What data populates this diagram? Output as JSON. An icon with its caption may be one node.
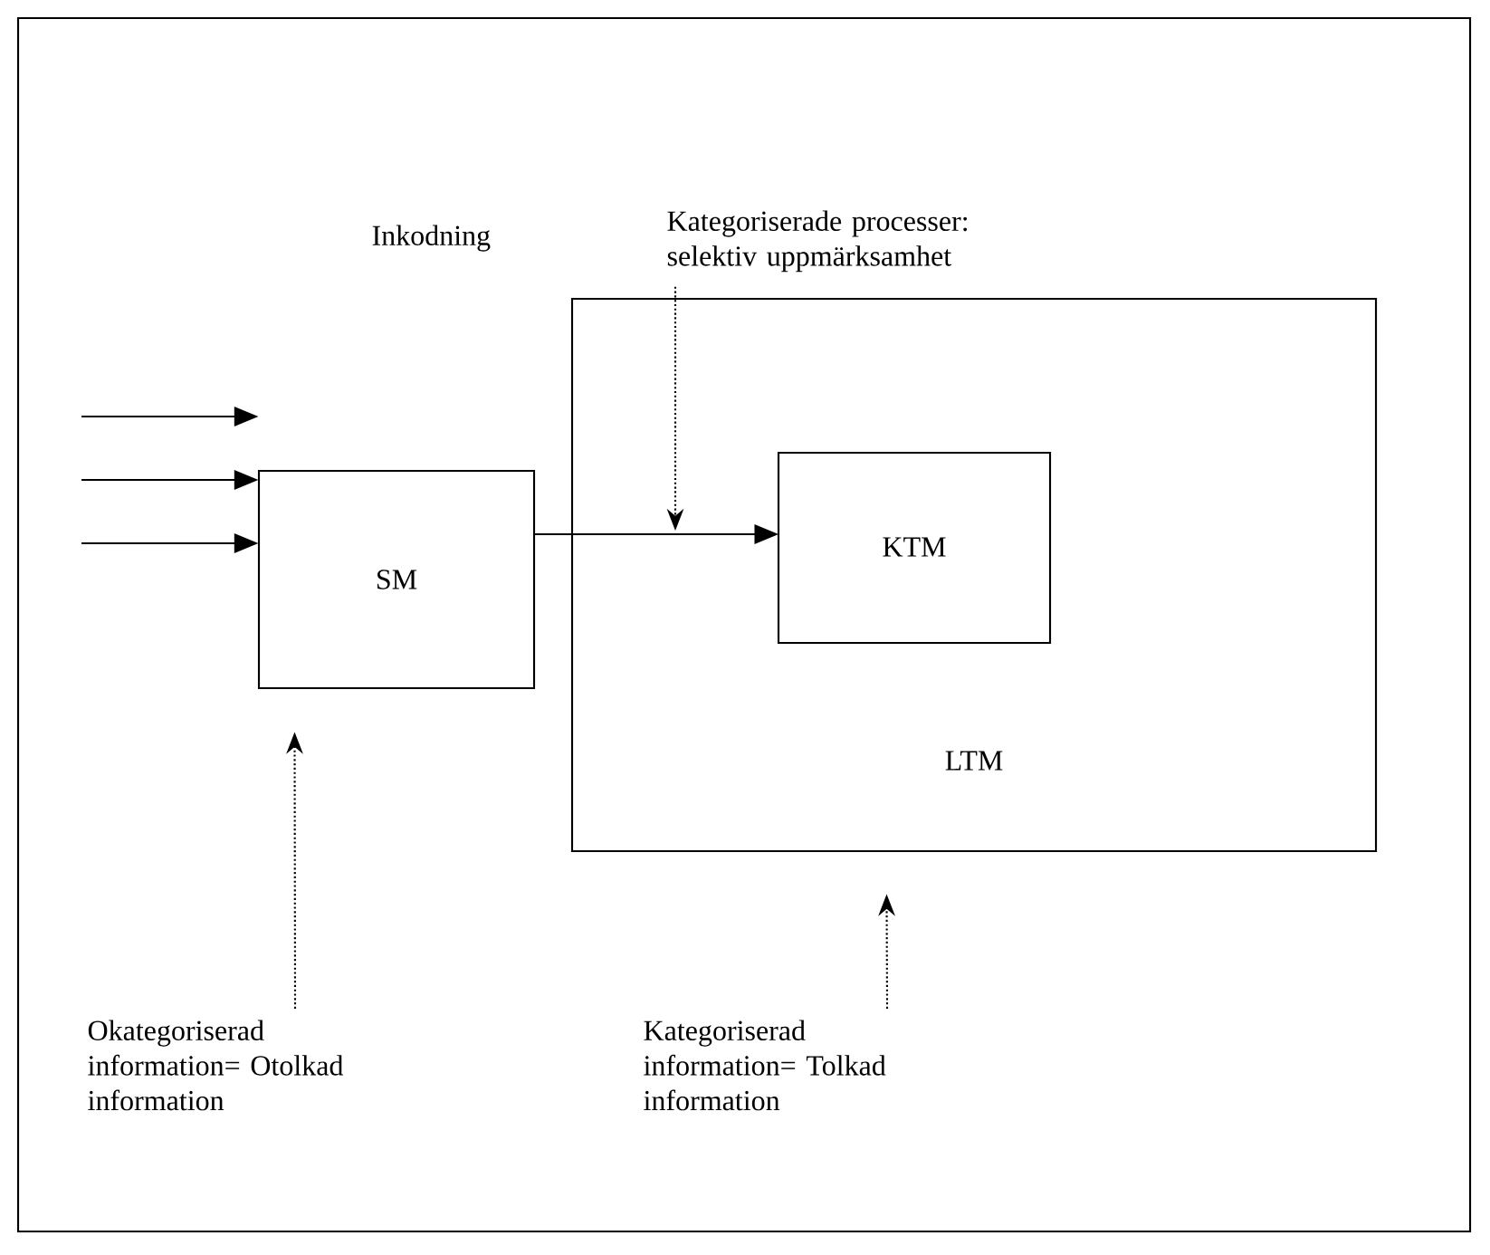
{
  "diagram": {
    "nodes": [
      {
        "text": [
          "SM"
        ]
      },
      {
        "text": [
          "LTM"
        ]
      },
      {
        "text": [
          "KTM"
        ],
        "in": 1
      },
      {
        "text": [
          "Kategoriserade processer: selektiv uppmärksamhet"
        ]
      },
      {
        "text": [
          "Okategoriserad information= Otolkad information"
        ]
      },
      {
        "text": [
          "Kategoriserad information= Tolkad information"
        ]
      }
    ],
    "edges": [
      {
        "from": null,
        "to": 0,
        "arrow": "to"
      },
      {
        "from": null,
        "to": 0,
        "arrow": "to"
      },
      {
        "from": null,
        "to": 0,
        "arrow": "to"
      },
      {
        "from": 0,
        "to": 2,
        "arrow": "to"
      },
      {
        "from": 3,
        "to": null,
        "arrow": "to",
        "style": "dashed"
      },
      {
        "from": 4,
        "to": 0,
        "arrow": "to",
        "style": "dashed"
      },
      {
        "from": 5,
        "to": 1,
        "arrow": "to",
        "style": "dashed"
      }
    ],
    "labels": [
      "Inkodning"
    ]
  }
}
